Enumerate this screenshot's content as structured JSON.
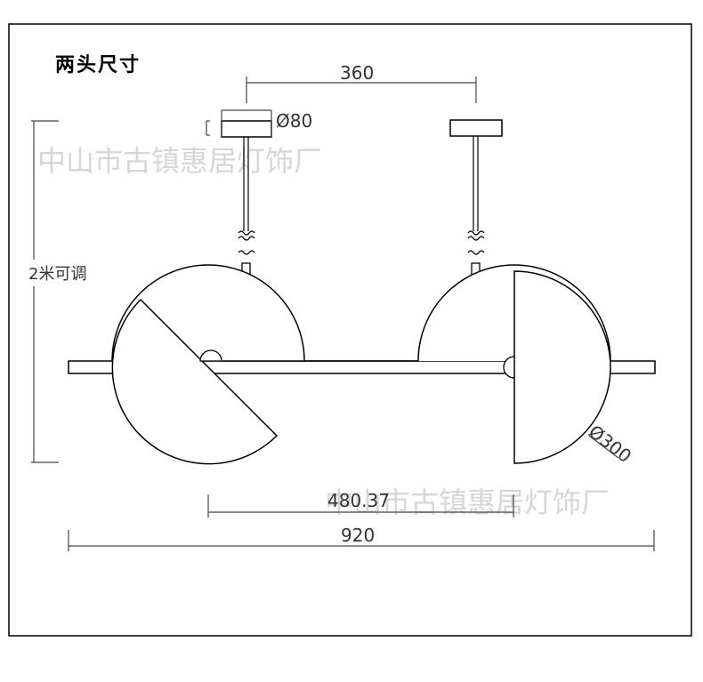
{
  "diagram": {
    "title": "两头尺寸",
    "dimensions": {
      "canopy_spacing": "360",
      "canopy_diameter": "Ø80",
      "height_adjust": "2米可调",
      "disc_diameter": "Ø300",
      "inner_width": "480.37",
      "total_width": "920"
    },
    "watermark": "中山市古镇惠居灯饰厂",
    "colors": {
      "line": "#000000",
      "dim_line": "#444444",
      "watermark": "#d6d6d6"
    }
  }
}
